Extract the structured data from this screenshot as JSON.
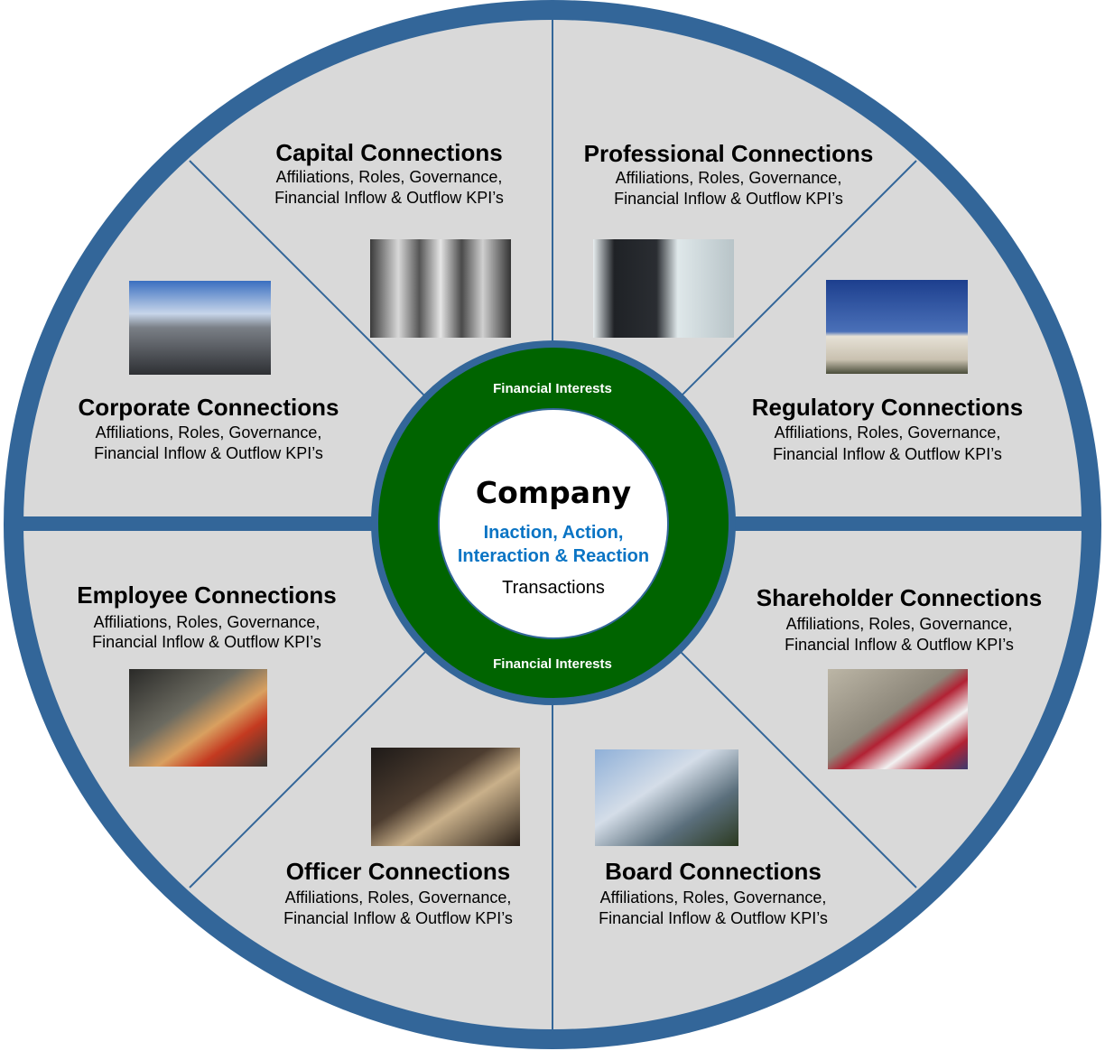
{
  "colors": {
    "ring": "#336699",
    "fill": "#d9d9d9",
    "green": "#006400",
    "blue_text": "#0a74c4"
  },
  "center": {
    "title": "Company",
    "line1": "Inaction, Action,",
    "line2": "Interaction & Reaction",
    "line3": "Transactions",
    "ring_top": "Financial Interests",
    "ring_bottom": "Financial Interests"
  },
  "segments": [
    {
      "title": "Capital Connections",
      "line1": "Affiliations, Roles, Governance,",
      "line2": "Financial Inflow & Outflow KPI’s",
      "photo": "columns-photo"
    },
    {
      "title": "Professional Connections",
      "line1": "Affiliations, Roles, Governance,",
      "line2": "Financial Inflow & Outflow KPI’s",
      "photo": "businessmen-photo"
    },
    {
      "title": "Regulatory Connections",
      "line1": "Affiliations, Roles, Governance,",
      "line2": "Financial Inflow & Outflow KPI’s",
      "photo": "capitol-photo"
    },
    {
      "title": "Shareholder Connections",
      "line1": "Affiliations, Roles, Governance,",
      "line2": "Financial Inflow & Outflow KPI’s",
      "photo": "stock-exchange-photo"
    },
    {
      "title": "Board Connections",
      "line1": "Affiliations, Roles, Governance,",
      "line2": "Financial Inflow & Outflow KPI’s",
      "photo": "office-tower-photo"
    },
    {
      "title": "Officer Connections",
      "line1": "Affiliations, Roles, Governance,",
      "line2": "Financial Inflow & Outflow KPI’s",
      "photo": "meeting-photo"
    },
    {
      "title": "Employee Connections",
      "line1": "Affiliations, Roles, Governance,",
      "line2": "Financial Inflow & Outflow KPI’s",
      "photo": "team-photo"
    },
    {
      "title": "Corporate Connections",
      "line1": "Affiliations, Roles, Governance,",
      "line2": "Financial Inflow & Outflow KPI’s",
      "photo": "skyline-photo"
    }
  ]
}
